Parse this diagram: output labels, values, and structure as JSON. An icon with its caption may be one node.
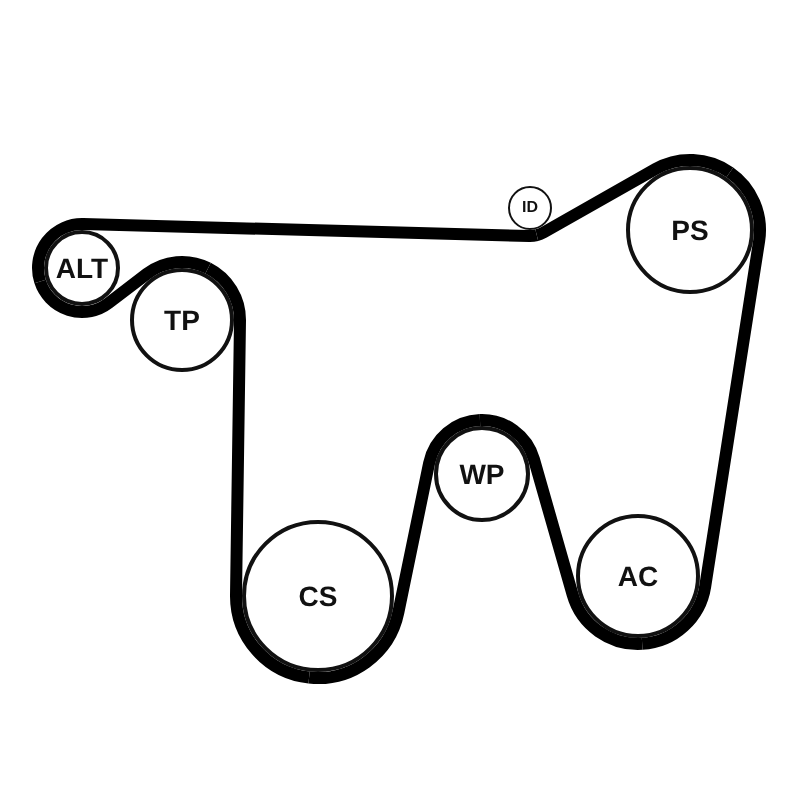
{
  "diagram": {
    "nodes": [
      {
        "text": [
          "ALT"
        ]
      },
      {
        "text": [
          "TP"
        ]
      },
      {
        "text": [
          "ID"
        ]
      },
      {
        "text": [
          "PS"
        ]
      },
      {
        "text": [
          "CS"
        ]
      },
      {
        "text": [
          "WP"
        ]
      },
      {
        "text": [
          "AC"
        ]
      }
    ],
    "edges": [
      {
        "from": 0,
        "to": 2,
        "arrow": "none"
      },
      {
        "from": 2,
        "to": 3,
        "arrow": "none"
      },
      {
        "from": 3,
        "to": 6,
        "arrow": "none"
      },
      {
        "from": 6,
        "to": 5,
        "arrow": "none"
      },
      {
        "from": 5,
        "to": 4,
        "arrow": "none"
      },
      {
        "from": 4,
        "to": 1,
        "arrow": "none"
      },
      {
        "from": 1,
        "to": 0,
        "arrow": "none"
      }
    ]
  }
}
